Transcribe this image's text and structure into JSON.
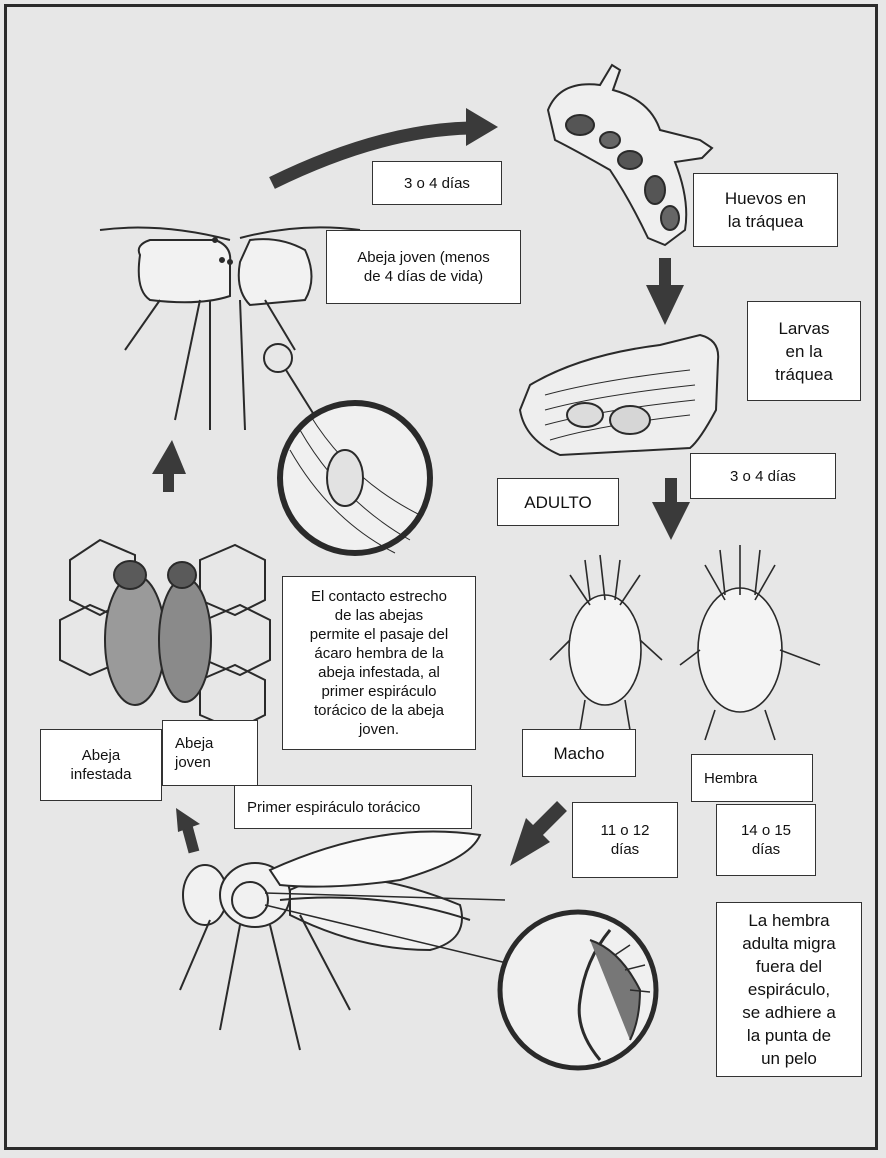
{
  "labels": {
    "days_3_4_top": "3 o 4 días",
    "eggs_trachea": "Huevos en\nla tráquea",
    "young_bee_age": "Abeja joven  (menos\nde 4 días de vida)",
    "larvae_trachea": "Larvas\nen la\ntráquea",
    "days_3_4_mid": "3 o 4 días",
    "adult": "ADULTO",
    "contact_text": "El contacto estrecho\nde las abejas\npermite el pasaje del\nácaro hembra de la\nabeja infestada, al\nprimer espiráculo\ntorácico de la abeja\njoven.",
    "male": "Macho",
    "female": "Hembra",
    "infested_bee": "Abeja\ninfestada",
    "young_bee": "Abeja\njoven",
    "first_spiracle": "Primer espiráculo torácico",
    "days_11_12": "11 o 12\ndías",
    "days_14_15": "14 o 15\ndías",
    "female_migrates": "La hembra\nadulta migra\nfuera del\nespiráculo,\nse adhiere a\nla punta de\nun pelo"
  },
  "colors": {
    "arrow": "#3a3a3a",
    "ink": "#2a2a2a",
    "box_fill": "#ffffff"
  }
}
